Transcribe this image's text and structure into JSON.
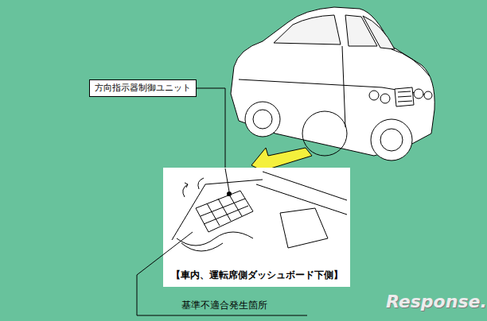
{
  "diagram": {
    "nodes": [
      {
        "text": [
          "方向指示器制御ユニット"
        ]
      },
      {
        "text": [
          "【車内、運転席側ダッシュボード下側】"
        ]
      }
    ],
    "edges": [
      {
        "from": 0,
        "to": 1,
        "arrow": "none"
      }
    ],
    "labels": [
      "基準不適合発生箇所",
      "Response."
    ]
  }
}
